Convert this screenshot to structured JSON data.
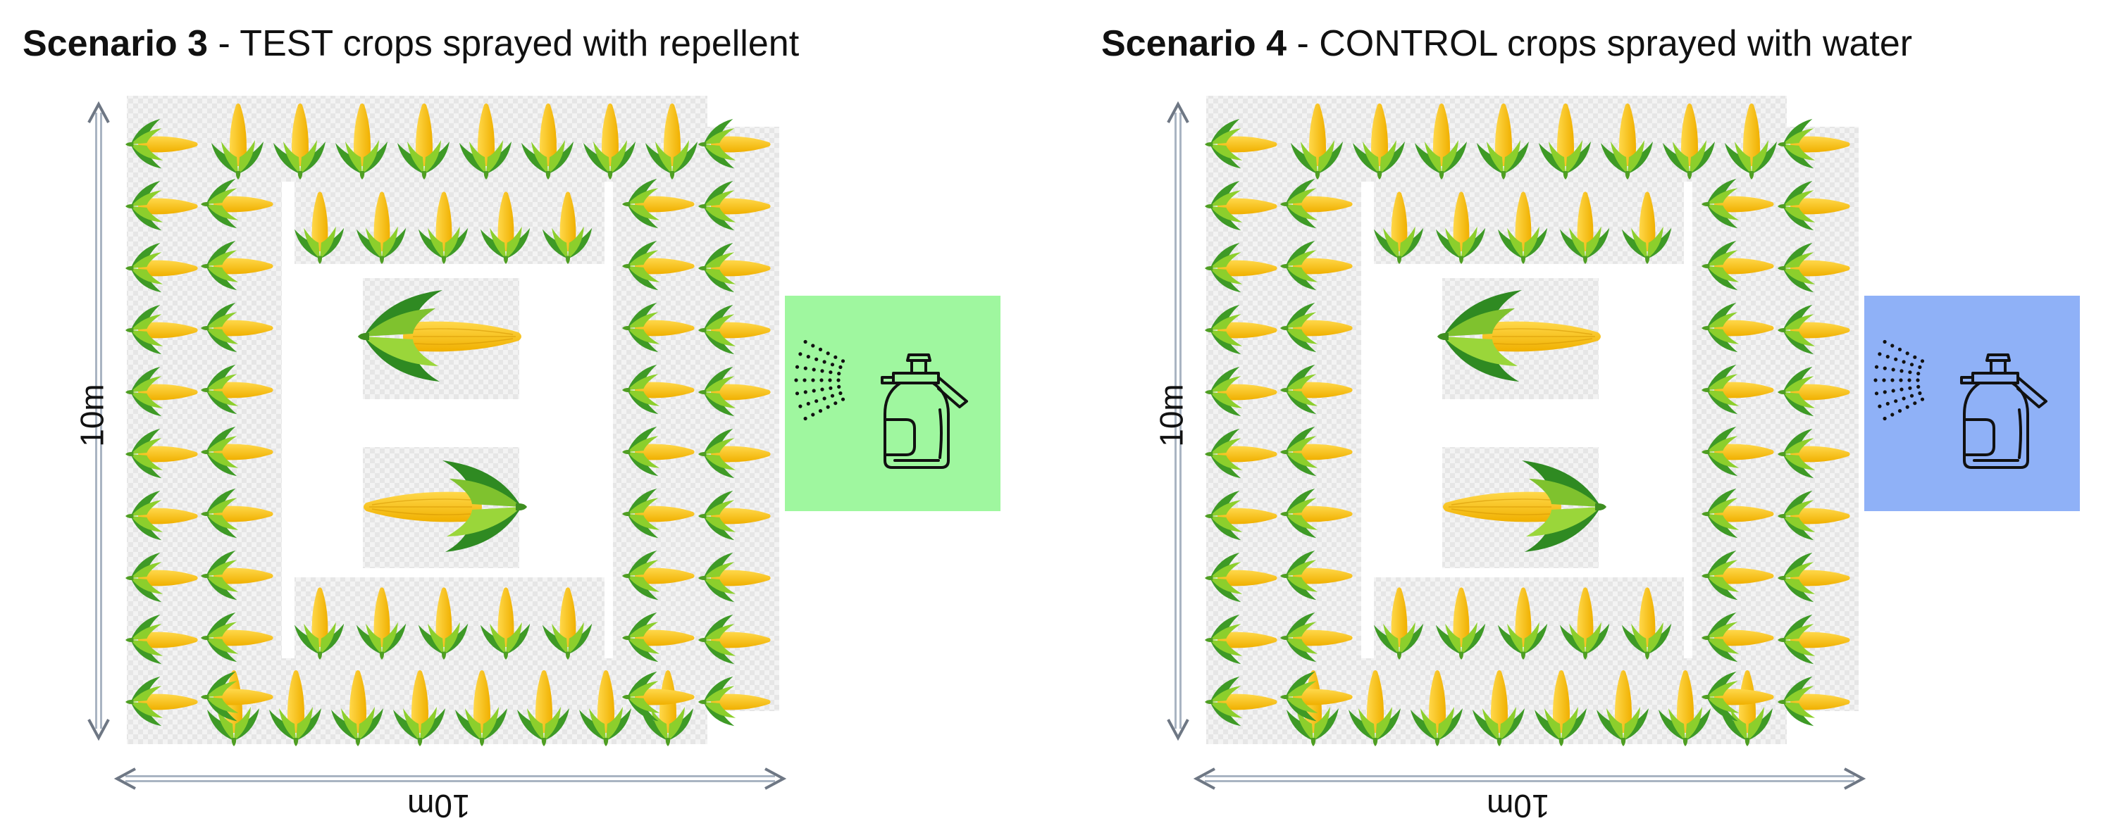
{
  "scenarios": [
    {
      "title_bold": "Scenario 3",
      "title_rest": " - TEST crops sprayed with repellent",
      "dimension_vertical": "10m",
      "dimension_horizontal": "10m",
      "sprayer_box_color": "#9ff79f",
      "sprayer_icon": "spray-bottle-icon"
    },
    {
      "title_bold": "Scenario 4",
      "title_rest": " - CONTROL crops sprayed with water",
      "dimension_vertical": "10m",
      "dimension_horizontal": "10m",
      "sprayer_box_color": "#8fb1f7",
      "sprayer_icon": "spray-bottle-icon"
    }
  ],
  "colors": {
    "corn_kernel": "#f7c600",
    "corn_kernel_dark": "#e09e00",
    "husk_light": "#8ccf2c",
    "husk_dark": "#3e9a26",
    "tile_background": "#eeeeee",
    "arrow": "#a9b4c2"
  },
  "icons": {
    "crop": "corn-cob-icon"
  }
}
